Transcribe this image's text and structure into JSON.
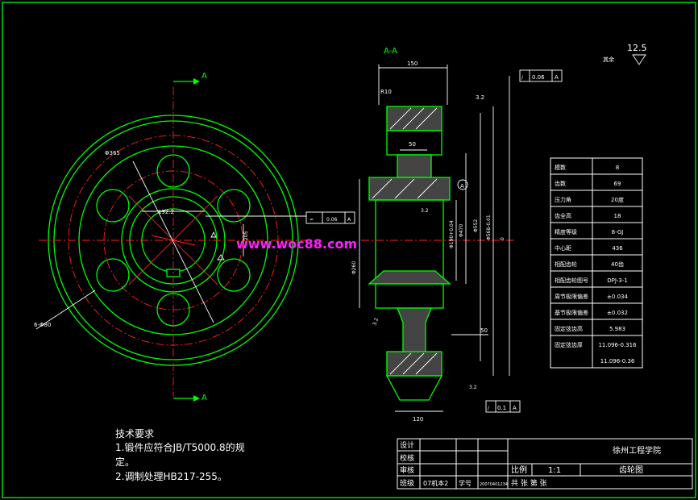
{
  "watermark": "www.woc88.com",
  "front_view": {
    "section_label_top": "A",
    "section_label_bottom": "A",
    "outer_diameter": "Φ365",
    "hub_diameter": "192.2",
    "hole_callout": "6-Φ80",
    "keyway_dim": "205",
    "tolerance_symbol": "=",
    "tolerance_value": "0.06",
    "tolerance_datum": "A"
  },
  "section_view": {
    "title": "A-A",
    "width": "150",
    "radius": "R10",
    "web_width": "50",
    "bottom_width": "120",
    "depth": "50",
    "roughness_a": "3.2",
    "roughness_b": "3.2",
    "roughness_c": "3.2",
    "roughness_side": "3.2",
    "datum": "A",
    "runout_top": {
      "symbol": "/",
      "value": "0.06",
      "datum": "A"
    },
    "runout_bottom": {
      "symbol": "/",
      "value": "0.1",
      "datum": "A"
    },
    "roughness_global": "12.5",
    "roughness_prefix": "其余",
    "dia_260": "Φ260",
    "dia_190": "Φ190+0.04",
    "dia_470": "Φ470",
    "dia_552": "Φ552",
    "dia_568": "Φ568-0.01",
    "zero_label": "0"
  },
  "param_table": [
    [
      "模数",
      "8"
    ],
    [
      "齿数",
      "69"
    ],
    [
      "压力角",
      "20度"
    ],
    [
      "齿全高",
      "18"
    ],
    [
      "精度等级",
      "8-GJ"
    ],
    [
      "中心距",
      "436"
    ],
    [
      "相配齿轮",
      "40齿"
    ],
    [
      "相配齿轮图号",
      "DPJ-3-1"
    ],
    [
      "周节极限偏差",
      "±0.034"
    ],
    [
      "基节极限偏差",
      "±0.032"
    ],
    [
      "固定弦齿高",
      "5.983"
    ],
    [
      "固定弦齿厚",
      "11.096-0.316"
    ],
    [
      "",
      "11.096-0.36"
    ]
  ],
  "tech_requirements": {
    "title": "技术要求",
    "line1": "1.锻件应符合JB/T5000.8的规",
    "line2": "定。",
    "line3": "2.调制处理HB217-255。"
  },
  "title_block": {
    "design": "设计",
    "check": "校核",
    "review": "审核",
    "class_label": "班级",
    "class_value": "07机本2",
    "id_label": "学号",
    "id_value": "20070401234",
    "school": "徐州工程学院",
    "scale_label": "比例",
    "scale_value": "1:1",
    "drawing_name": "齿轮图",
    "sheets": "共    张    第    张"
  }
}
